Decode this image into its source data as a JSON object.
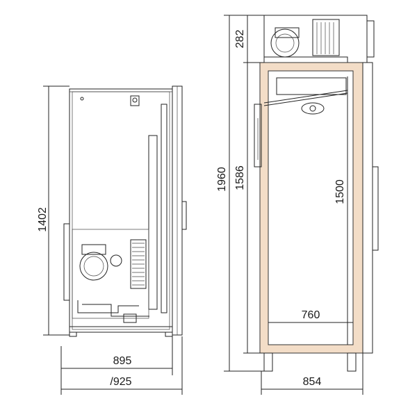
{
  "dimensions": {
    "left_height": "1402",
    "left_width_inner": "895",
    "left_width_outer": "/925",
    "right_total_height": "1960",
    "right_cabinet_height": "1586",
    "right_unit_height": "282",
    "right_inner_height": "1500",
    "right_inner_width": "760",
    "right_width": "854"
  }
}
